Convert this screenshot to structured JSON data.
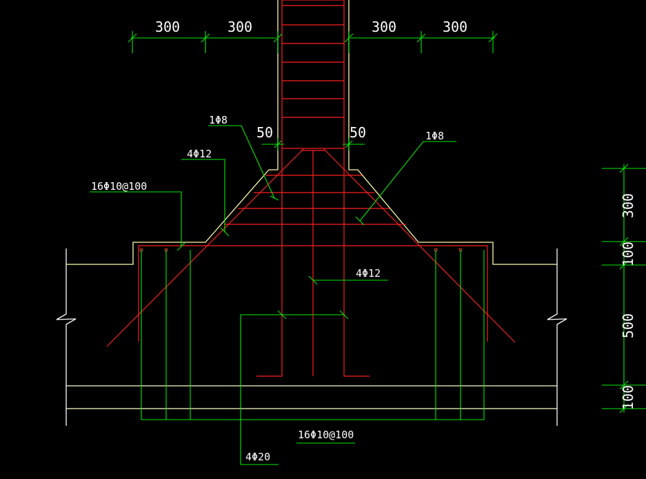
{
  "dimensions": {
    "top": [
      "300",
      "300",
      "300",
      "300"
    ],
    "column_offset": [
      "50",
      "50"
    ],
    "right_side": [
      "300",
      "100",
      "500",
      "100"
    ]
  },
  "labels": {
    "stirrup_left": "1Φ8",
    "stirrup_right": "1Φ8",
    "bars_haunch": "4Φ12",
    "bottom_bars_upper": "16Φ10@100",
    "bars_center": "4Φ12",
    "bottom_bars_lower": "16Φ10@100",
    "bars_column": "4Φ20"
  },
  "colors": {
    "background": "#000000",
    "outline": "#ffffaa",
    "rebar_red": "#ff2020",
    "dimension_green": "#00ee00",
    "text": "#ffffff",
    "slab_lines": "#ffffcc"
  }
}
